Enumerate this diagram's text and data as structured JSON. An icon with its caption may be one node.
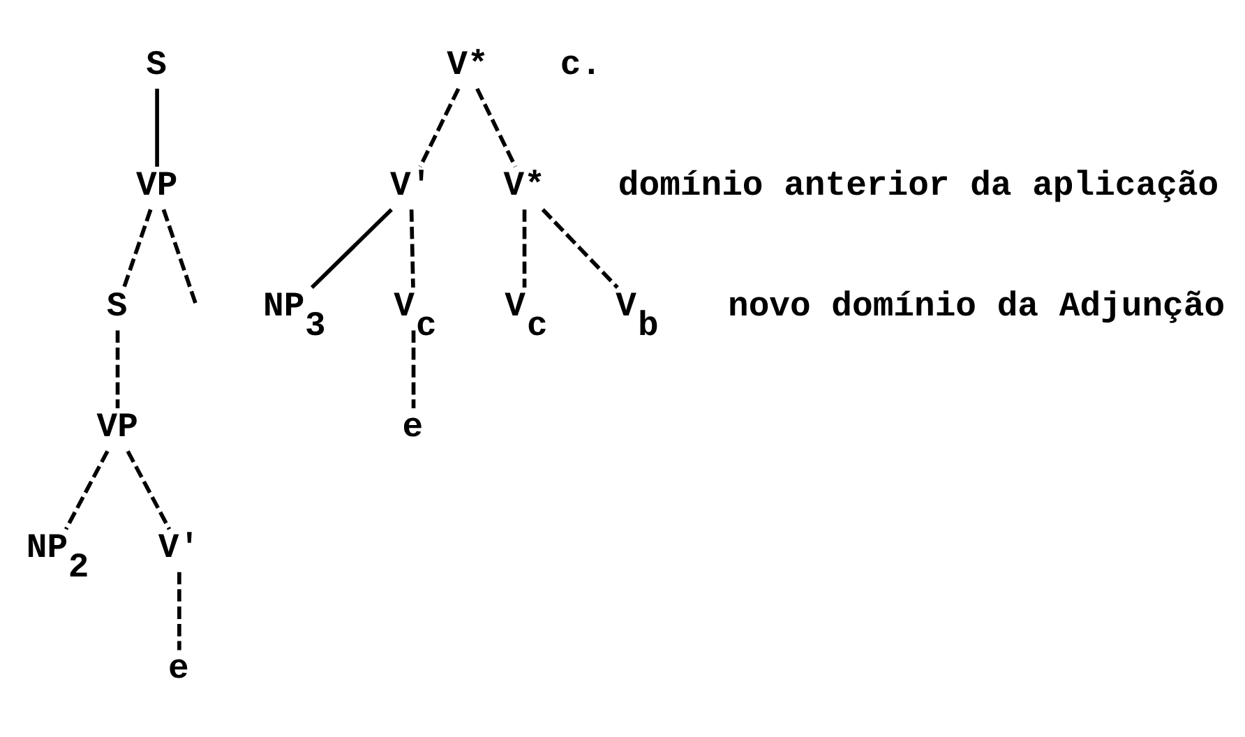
{
  "diagram": {
    "nodes": [
      {
        "text": [
          "S"
        ]
      },
      {
        "text": [
          "VP"
        ]
      },
      {
        "text": [
          "S"
        ]
      },
      {
        "text": [
          "VP"
        ]
      },
      {
        "text": [
          "NP$_{2}$"
        ]
      },
      {
        "text": [
          "V'"
        ]
      },
      {
        "text": [
          "e"
        ]
      },
      {
        "text": [
          "V*"
        ]
      },
      {
        "text": [
          "V'"
        ]
      },
      {
        "text": [
          "V*"
        ]
      },
      {
        "text": [
          "NP$_{3}$"
        ]
      },
      {
        "text": [
          "V$_{c}$"
        ]
      },
      {
        "text": [
          "V$_{c}$"
        ]
      },
      {
        "text": [
          "V$_{b}$"
        ]
      },
      {
        "text": [
          "e"
        ]
      }
    ],
    "edges": [
      {
        "from": 0,
        "to": 1,
        "arrow": "none"
      },
      {
        "from": 1,
        "to": 2,
        "arrow": "none",
        "style": "dashed"
      },
      {
        "from": 1,
        "to": null,
        "arrow": "none",
        "style": "dashed"
      },
      {
        "from": 2,
        "to": 3,
        "arrow": "none",
        "style": "dashed"
      },
      {
        "from": 3,
        "to": 4,
        "arrow": "none",
        "style": "dashed"
      },
      {
        "from": 3,
        "to": 5,
        "arrow": "none",
        "style": "dashed"
      },
      {
        "from": 5,
        "to": 6,
        "arrow": "none",
        "style": "dashed"
      },
      {
        "from": 7,
        "to": 8,
        "arrow": "none",
        "style": "dashed"
      },
      {
        "from": 7,
        "to": 9,
        "arrow": "none",
        "style": "dashed"
      },
      {
        "from": 8,
        "to": 10,
        "arrow": "none"
      },
      {
        "from": 8,
        "to": 11,
        "arrow": "none",
        "style": "dashed"
      },
      {
        "from": 9,
        "to": 12,
        "arrow": "none",
        "style": "dashed"
      },
      {
        "from": 9,
        "to": 13,
        "arrow": "none",
        "style": "dashed"
      },
      {
        "from": 11,
        "to": 14,
        "arrow": "none",
        "style": "dashed"
      }
    ],
    "labels": [
      "c.",
      "domínio anterior da aplicação",
      "novo domínio da Adjunção"
    ]
  }
}
